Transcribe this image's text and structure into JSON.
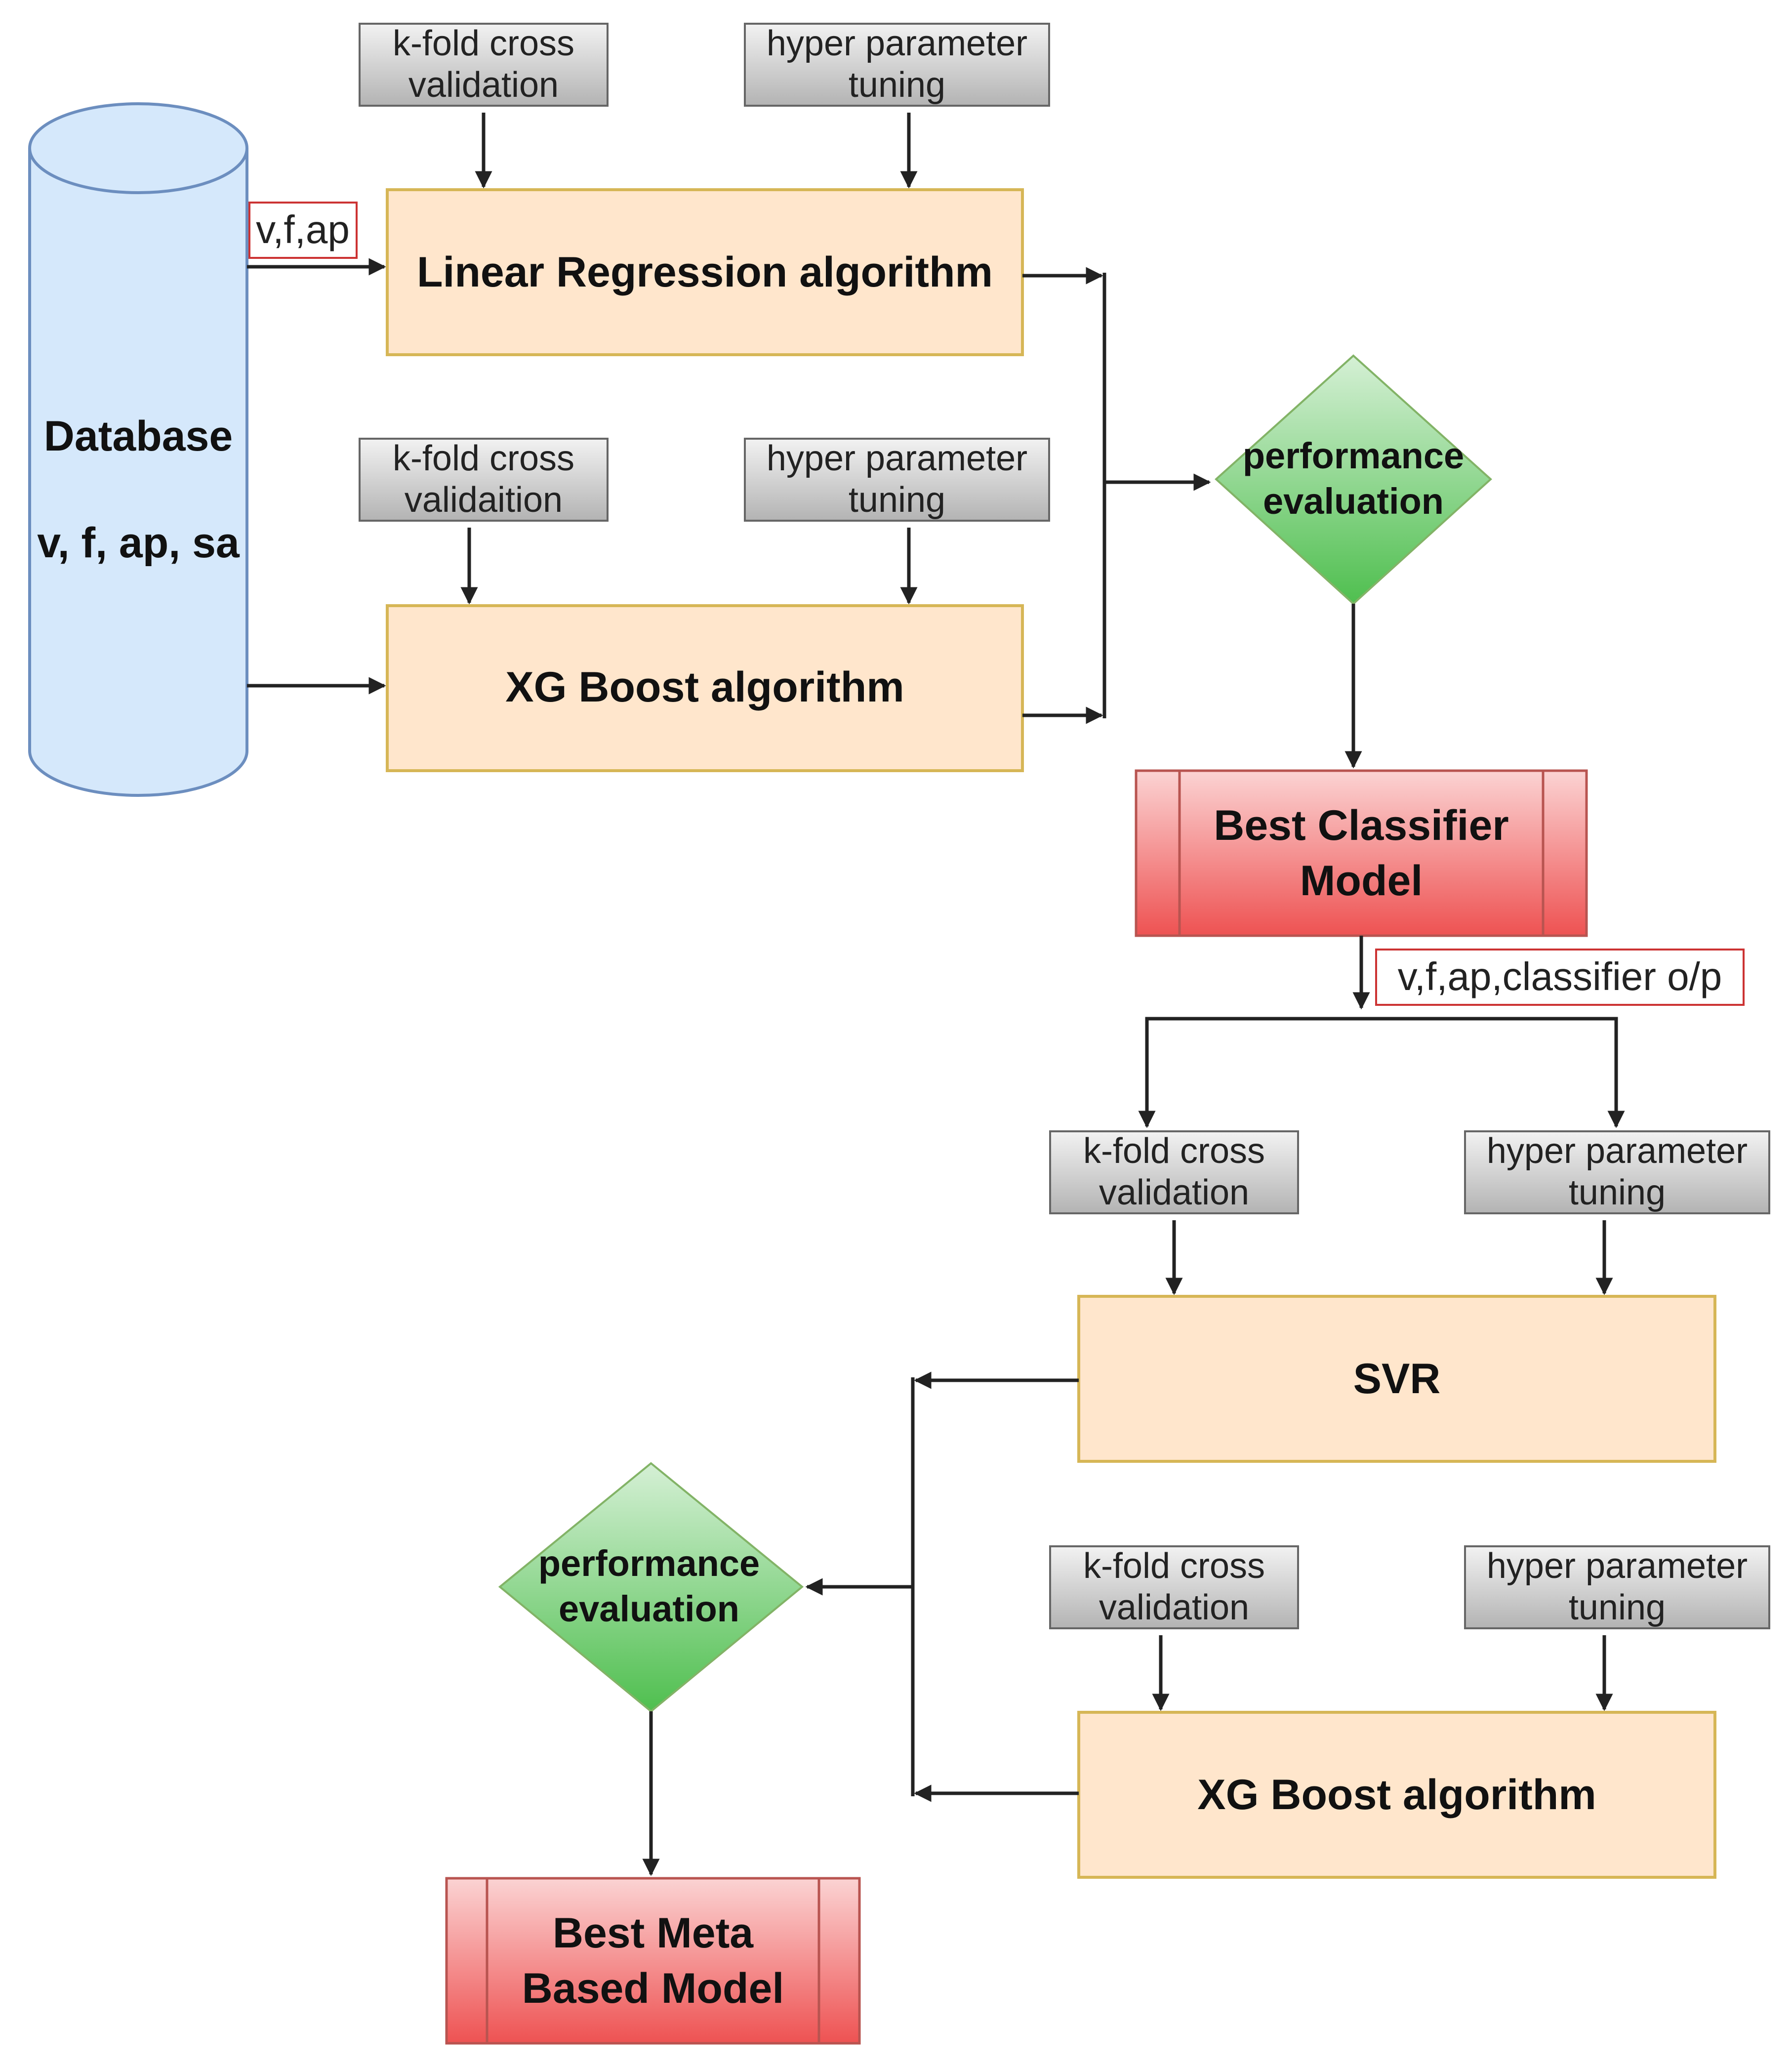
{
  "database": {
    "title": "Database",
    "fields": "v, f, ap, sa"
  },
  "stage1": {
    "input_label": "v,f,ap",
    "model1": {
      "name": "Linear Regression algorithm",
      "kfold": [
        "k-fold cross",
        "validation"
      ],
      "tuning": [
        "hyper parameter",
        "tuning"
      ]
    },
    "model2": {
      "name": "XG Boost algorithm",
      "kfold": [
        "k-fold cross",
        "validaition"
      ],
      "tuning": [
        "hyper parameter",
        "tuning"
      ]
    },
    "evaluation": [
      "performance",
      "evaluation"
    ],
    "best": [
      "Best Classifier",
      "Model"
    ]
  },
  "stage2": {
    "input_label": "v,f,ap,classifier o/p",
    "model1": {
      "name": "SVR",
      "kfold": [
        "k-fold cross",
        "validation"
      ],
      "tuning": [
        "hyper parameter",
        "tuning"
      ]
    },
    "model2": {
      "name": "XG Boost algorithm",
      "kfold": [
        "k-fold cross",
        "validation"
      ],
      "tuning": [
        "hyper parameter",
        "tuning"
      ]
    },
    "evaluation": [
      "performance",
      "evaluation"
    ],
    "best": [
      "Best Meta",
      "Based Model"
    ]
  },
  "colors": {
    "database_fill": "#d5e8fb",
    "database_stroke": "#6c8ebf",
    "algorithm_fill": "#ffe6cc",
    "algorithm_stroke": "#d6b656",
    "param_fill": "#d0d0d0",
    "evaluation_fill": "#7fd37f",
    "best_fill": "#f28080",
    "label_border": "#cc3333"
  }
}
